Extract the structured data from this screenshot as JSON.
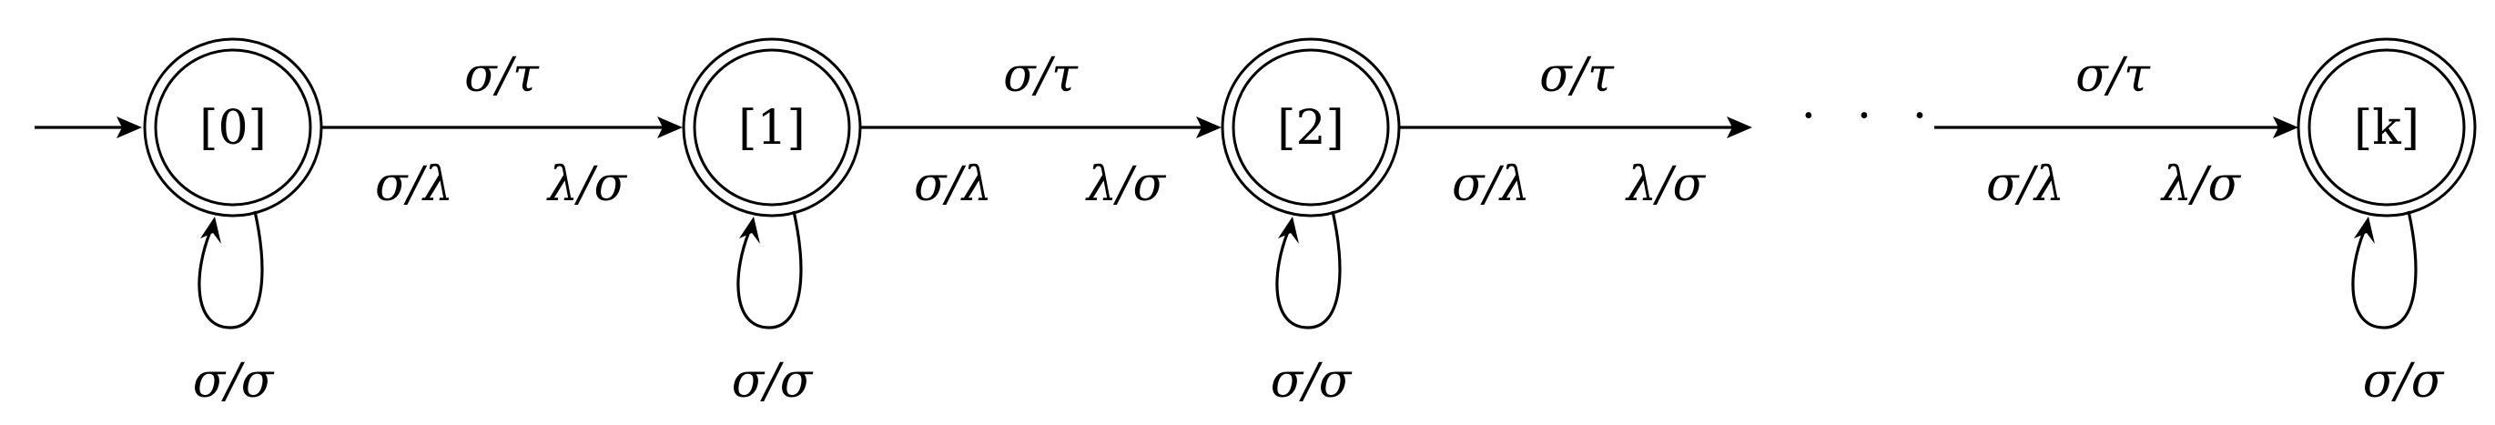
{
  "states": [
    {
      "id": "s0",
      "label": "[0]",
      "loop_label": "σ/σ"
    },
    {
      "id": "s1",
      "label": "[1]",
      "loop_label": "σ/σ"
    },
    {
      "id": "s2",
      "label": "[2]",
      "loop_label": "σ/σ"
    },
    {
      "id": "sk",
      "label": "[k]",
      "loop_label": "σ/σ"
    }
  ],
  "edges": [
    {
      "from": "s0",
      "to": "s1",
      "top": "σ/τ",
      "bottom_left": "σ/λ",
      "bottom_right": "λ/σ"
    },
    {
      "from": "s1",
      "to": "s2",
      "top": "σ/τ",
      "bottom_left": "σ/λ",
      "bottom_right": "λ/σ"
    },
    {
      "from": "s2",
      "to": "…",
      "top": "σ/τ",
      "bottom_left": "σ/λ",
      "bottom_right": "λ/σ"
    },
    {
      "from": "…",
      "to": "sk",
      "top": "σ/τ",
      "bottom_left": "σ/λ",
      "bottom_right": "λ/σ"
    }
  ],
  "ellipsis": "· · ·",
  "initial_state": "s0"
}
